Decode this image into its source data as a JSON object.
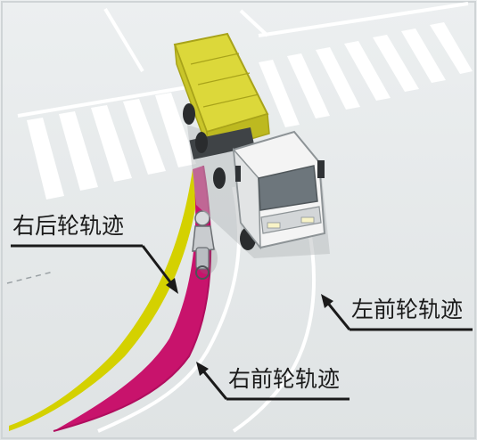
{
  "labels": {
    "right_rear": "右后轮轨迹",
    "left_front": "左前轮轨迹",
    "right_front": "右前轮轨迹"
  },
  "colors": {
    "road": "#e6e9ea",
    "crosswalk": "#ffffff",
    "truck_cargo": "#dcd83a",
    "truck_cab": "#f4f4f4",
    "rear_wheel_track": "#d4d100",
    "blind_zone": "#c8136c",
    "front_wheel_track": "#ffffff",
    "label_text": "#1a1a1a"
  },
  "icons": [
    "truck-icon",
    "cyclist-icon",
    "arrow-icon"
  ]
}
